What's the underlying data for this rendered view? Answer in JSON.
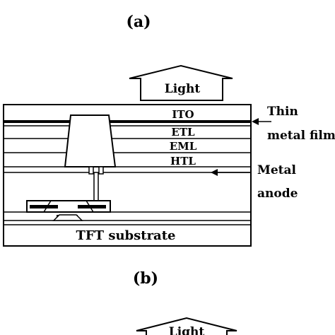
{
  "figure": {
    "panel_a_label": "(a)",
    "panel_b_label": "(b)",
    "light_label": "Light",
    "layers": {
      "ito": "ITO",
      "etl": "ETL",
      "eml": "EML",
      "htl": "HTL"
    },
    "callouts": {
      "thin_line1": "Thin",
      "thin_line2": "metal film",
      "metal_line1": "Metal",
      "metal_line2": "anode"
    },
    "substrate_label": "TFT substrate",
    "light_label_b": "Light"
  }
}
